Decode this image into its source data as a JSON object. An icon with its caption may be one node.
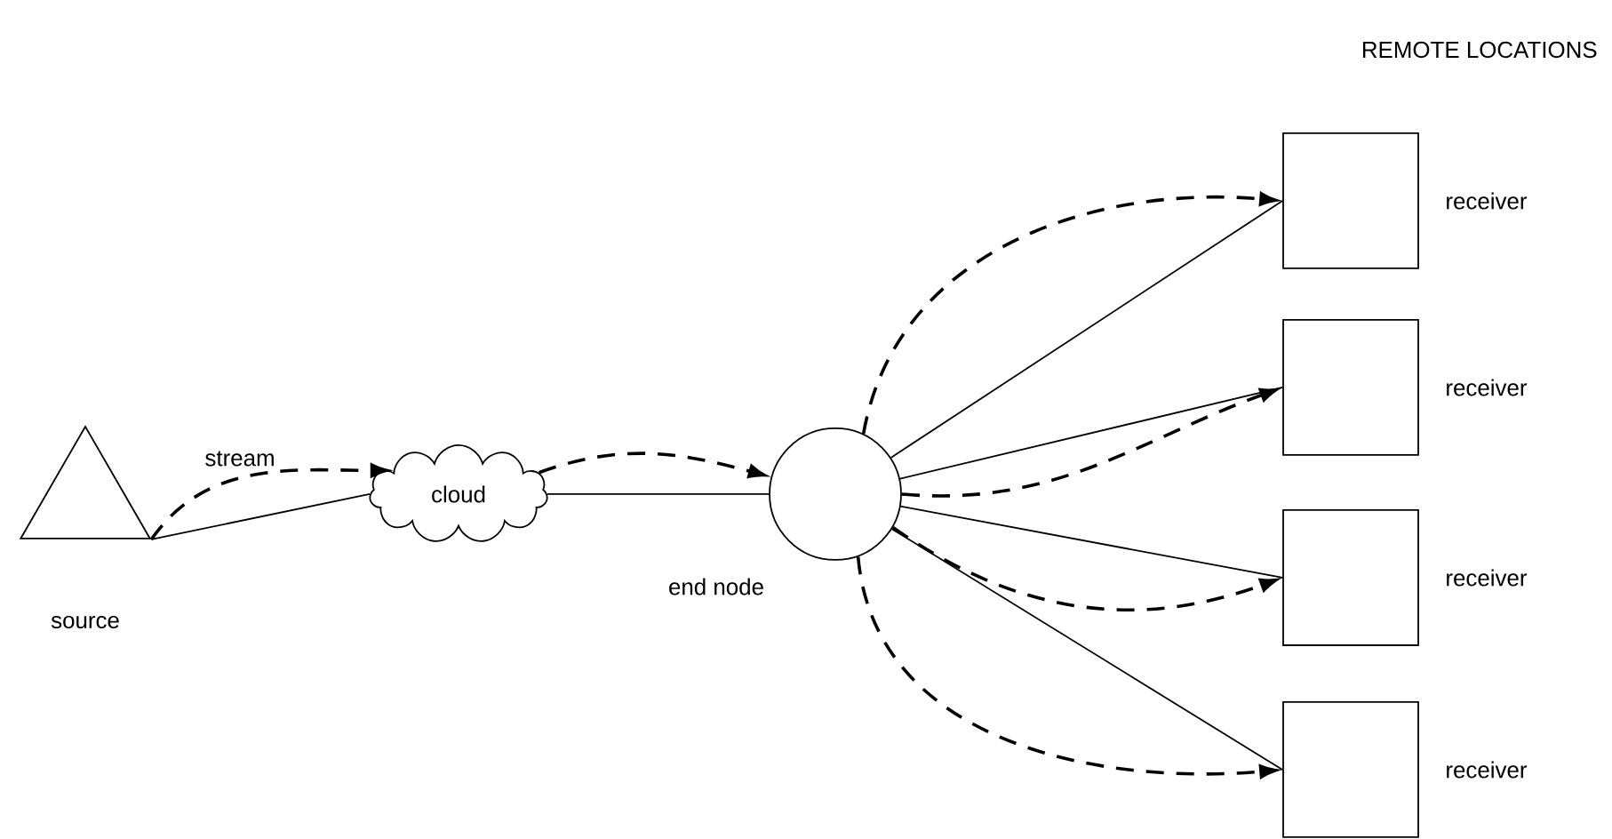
{
  "diagram": {
    "nodes": [
      {
        "text": [],
        "shape": "triangle",
        "beside": [
          "source"
        ]
      },
      {
        "text": [
          "cloud"
        ]
      },
      {
        "text": [],
        "shape": "circle",
        "beside": [
          "end node"
        ]
      },
      {
        "text": [],
        "shape": "box",
        "beside": [
          "receiver"
        ]
      },
      {
        "text": [],
        "shape": "box",
        "beside": [
          "receiver"
        ]
      },
      {
        "text": [],
        "shape": "box",
        "beside": [
          "receiver"
        ]
      },
      {
        "text": [],
        "shape": "box",
        "beside": [
          "receiver"
        ]
      }
    ],
    "edges": [
      {
        "from": 0,
        "to": 1,
        "arrow": "none"
      },
      {
        "from": 0,
        "to": 1,
        "arrow": "to",
        "style": "dashed",
        "label": "stream"
      },
      {
        "from": 1,
        "to": 2,
        "arrow": "none"
      },
      {
        "from": 1,
        "to": 2,
        "arrow": "to",
        "style": "dashed"
      },
      {
        "from": 2,
        "to": 3,
        "arrow": "none"
      },
      {
        "from": 2,
        "to": 4,
        "arrow": "none"
      },
      {
        "from": 2,
        "to": 5,
        "arrow": "none"
      },
      {
        "from": 2,
        "to": 6,
        "arrow": "none"
      },
      {
        "from": 2,
        "to": 3,
        "arrow": "to",
        "style": "dashed"
      },
      {
        "from": 2,
        "to": 4,
        "arrow": "to",
        "style": "dashed"
      },
      {
        "from": 2,
        "to": 5,
        "arrow": "to",
        "style": "dashed"
      },
      {
        "from": 2,
        "to": 6,
        "arrow": "to",
        "style": "dashed"
      }
    ],
    "labels": [
      "REMOTE LOCATIONS"
    ]
  }
}
